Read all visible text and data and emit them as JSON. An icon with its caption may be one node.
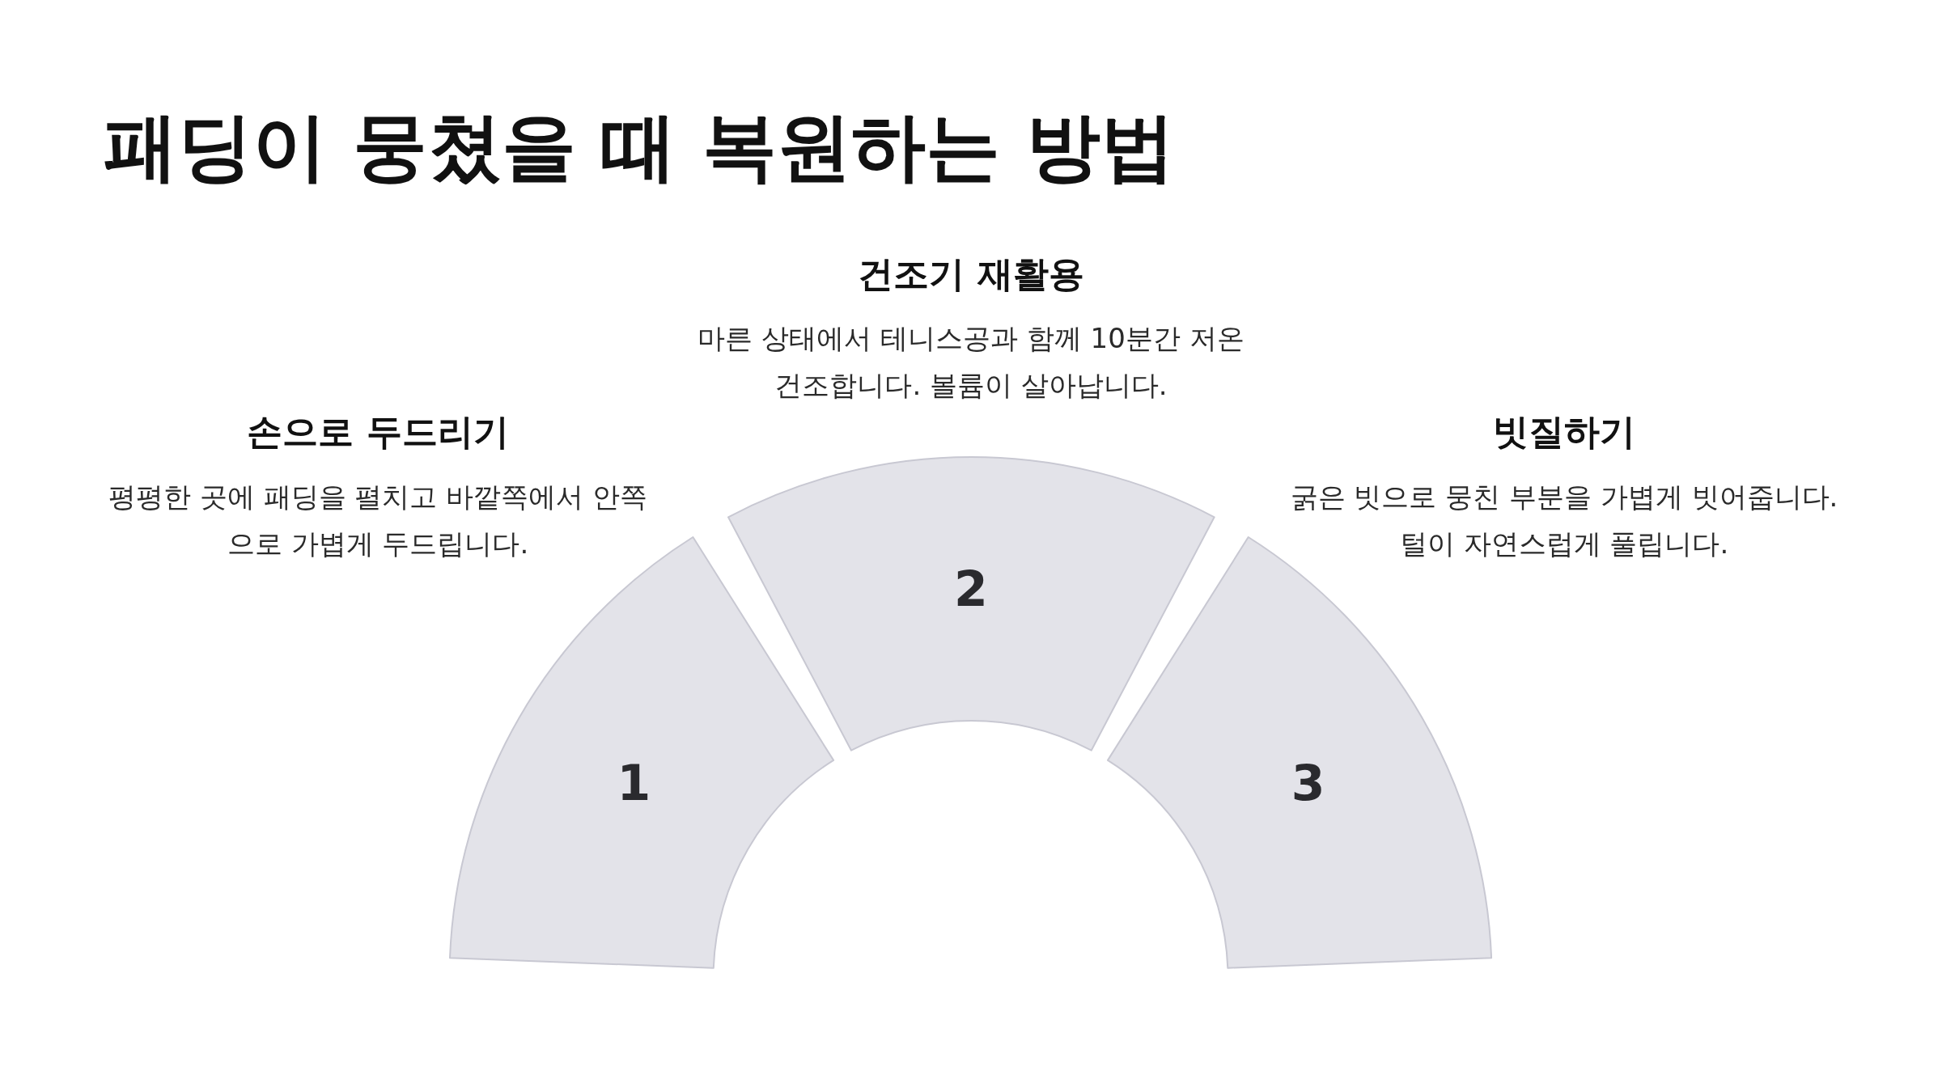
{
  "diagram": {
    "title": "패딩이 뭉쳤을 때 복원하는 방법",
    "nodes": [
      {
        "text": [
          "1"
        ],
        "beside": [
          "손으로 두드리기",
          "평평한 곳에 패딩을 펼치고 바깥쪽에서 안쪽으로 가볍게 두드립니다."
        ]
      },
      {
        "text": [
          "2"
        ],
        "beside": [
          "건조기 재활용",
          "마른 상태에서 테니스공과 함께 10분간 저온 건조합니다. 볼륨이 살아납니다."
        ]
      },
      {
        "text": [
          "3"
        ],
        "beside": [
          "빗질하기",
          "굵은 빗으로 뭉친 부분을 가볍게 빗어줍니다. 털이 자연스럽게 풀립니다."
        ]
      }
    ],
    "edges": []
  }
}
